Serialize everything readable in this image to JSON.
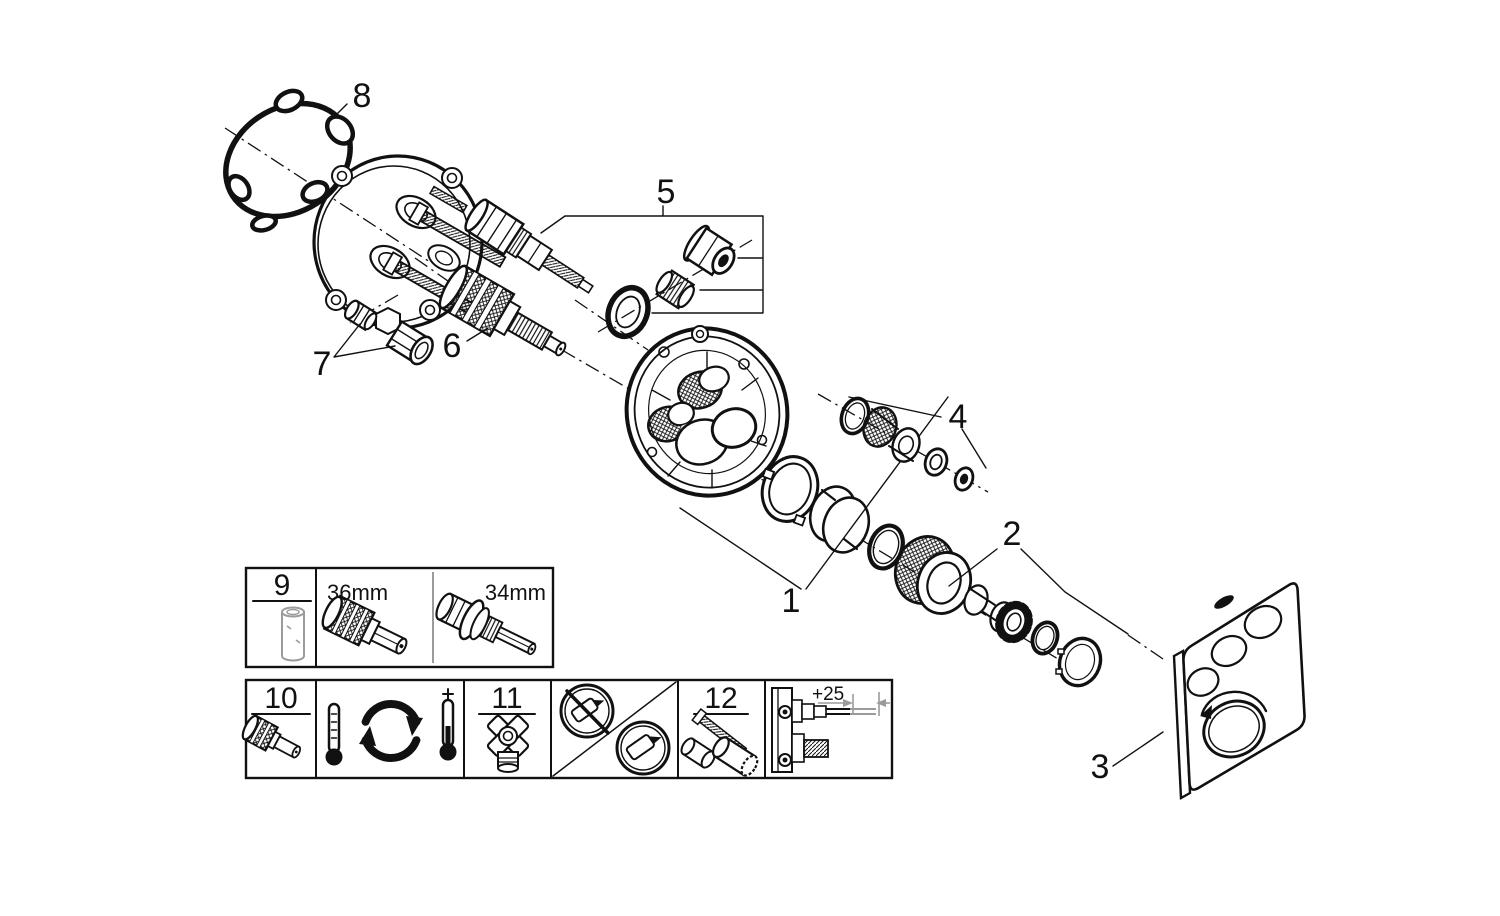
{
  "colors": {
    "ink": "#111111",
    "muted": "#9b9b9b",
    "bg": "#ffffff"
  },
  "callouts": {
    "c1": "1",
    "c2": "2",
    "c3": "3",
    "c4": "4",
    "c5": "5",
    "c6": "6",
    "c7": "7",
    "c8": "8",
    "c9": "9",
    "c10": "10",
    "c11": "11",
    "c12": "12"
  },
  "labels": {
    "size_large": "36mm",
    "size_small": "34mm",
    "extension": "+25"
  },
  "icons": [
    "thermometer-cold-icon",
    "rotation-arrows-icon",
    "thermometer-hot-icon",
    "cross-handle-valve-icon",
    "no-lubricant-icon",
    "lubricant-icon",
    "screw-icon",
    "extension-sleeve-icon",
    "valve-side-view-icon",
    "grohe-logo-mark"
  ]
}
